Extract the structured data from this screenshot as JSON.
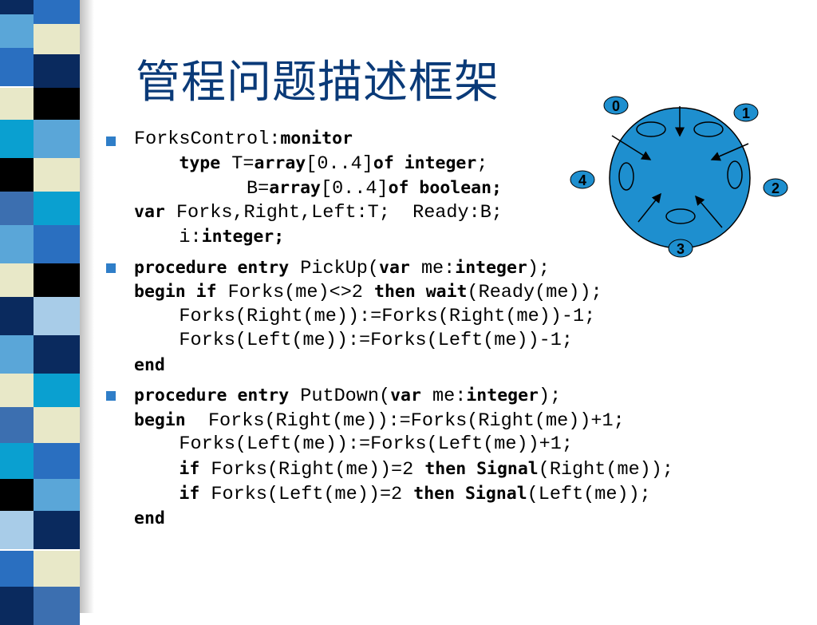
{
  "title": "管程问题描述框架",
  "code": {
    "block1": [
      [
        {
          "t": "ForksControl:"
        },
        {
          "t": "monitor",
          "k": 1
        }
      ],
      [
        {
          "t": "    "
        },
        {
          "t": "type",
          "k": 1
        },
        {
          "t": " T="
        },
        {
          "t": "array",
          "k": 1
        },
        {
          "t": "[0..4]"
        },
        {
          "t": "of integer",
          "k": 1
        },
        {
          "t": ";"
        }
      ],
      [
        {
          "t": "          B="
        },
        {
          "t": "array",
          "k": 1
        },
        {
          "t": "[0..4]"
        },
        {
          "t": "of boolean;",
          "k": 1
        }
      ],
      [
        {
          "t": "var",
          "k": 1
        },
        {
          "t": " Forks,Right,Left:T;  Ready:B;"
        }
      ],
      [
        {
          "t": "    i:"
        },
        {
          "t": "integer;",
          "k": 1
        }
      ]
    ],
    "block2": [
      [
        {
          "t": "procedure entry",
          "k": 1
        },
        {
          "t": " PickUp("
        },
        {
          "t": "var",
          "k": 1
        },
        {
          "t": " me:"
        },
        {
          "t": "integer",
          "k": 1
        },
        {
          "t": ");"
        }
      ],
      [
        {
          "t": "begin if",
          "k": 1
        },
        {
          "t": " Forks(me)<>2 "
        },
        {
          "t": "then wait",
          "k": 1
        },
        {
          "t": "(Ready(me));"
        }
      ],
      [
        {
          "t": "    Forks(Right(me)):=Forks(Right(me))-1;"
        }
      ],
      [
        {
          "t": "    Forks(Left(me)):=Forks(Left(me))-1;"
        }
      ],
      [
        {
          "t": "end",
          "k": 1
        }
      ]
    ],
    "block3": [
      [
        {
          "t": "procedure entry",
          "k": 1
        },
        {
          "t": " PutDown("
        },
        {
          "t": "var",
          "k": 1
        },
        {
          "t": " me:"
        },
        {
          "t": "integer",
          "k": 1
        },
        {
          "t": ");"
        }
      ],
      [
        {
          "t": "begin",
          "k": 1
        },
        {
          "t": "  Forks(Right(me)):=Forks(Right(me))+1;"
        }
      ],
      [
        {
          "t": "    Forks(Left(me)):=Forks(Left(me))+1;"
        }
      ],
      [
        {
          "t": "    "
        },
        {
          "t": "if",
          "k": 1
        },
        {
          "t": " Forks(Right(me))=2 "
        },
        {
          "t": "then Signal",
          "k": 1
        },
        {
          "t": "(Right(me));"
        }
      ],
      [
        {
          "t": "    "
        },
        {
          "t": "if",
          "k": 1
        },
        {
          "t": " Forks(Left(me))=2 "
        },
        {
          "t": "then Signal",
          "k": 1
        },
        {
          "t": "(Left(me));"
        }
      ],
      [
        {
          "t": "end",
          "k": 1
        }
      ]
    ]
  },
  "diagram": {
    "labels": [
      "0",
      "1",
      "2",
      "3",
      "4"
    ],
    "table_color": "#1e8fcf",
    "label_color": "#1e8fcf"
  },
  "colors": {
    "title": "#0a3a78",
    "bullet": "#2f7ec8",
    "stripe": [
      "#0a2a5e",
      "#2a6fc0",
      "#5aa6d8",
      "#e8e8c8",
      "#0aa0d0",
      "#000000",
      "#3c6fb0",
      "#a8cce8"
    ]
  }
}
